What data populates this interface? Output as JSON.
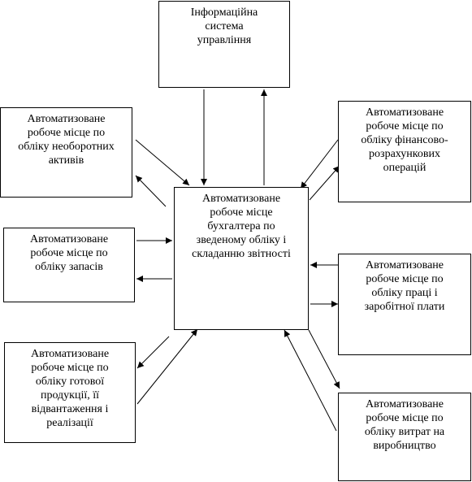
{
  "diagram": {
    "line_color": "#000000",
    "nodes": {
      "info_system": "Інформаційна\nсистема\nуправління",
      "central": "Автоматизоване\nробоче місце\nбухгалтера по\nзведеному обліку і\nскладанню звітності",
      "fixed_assets": "Автоматизоване\nробоче місце по\nобліку необоротних\nактивів",
      "inventory": "Автоматизоване\nробоче місце по\nобліку запасів",
      "finished_goods": "Автоматизоване\nробоче місце по\nобліку готової\nпродукції, її\nвідвантаження і\nреалізації",
      "financial": "Автоматизоване\nробоче місце по\nобліку фінансово-\nрозрахункових\nоперацій",
      "payroll": "Автоматизоване\nробоче місце по\nобліку праці і\nзаробітної плати",
      "production_costs": "Автоматизоване\nробоче місце по\nобліку витрат на\nвиробництво"
    }
  }
}
